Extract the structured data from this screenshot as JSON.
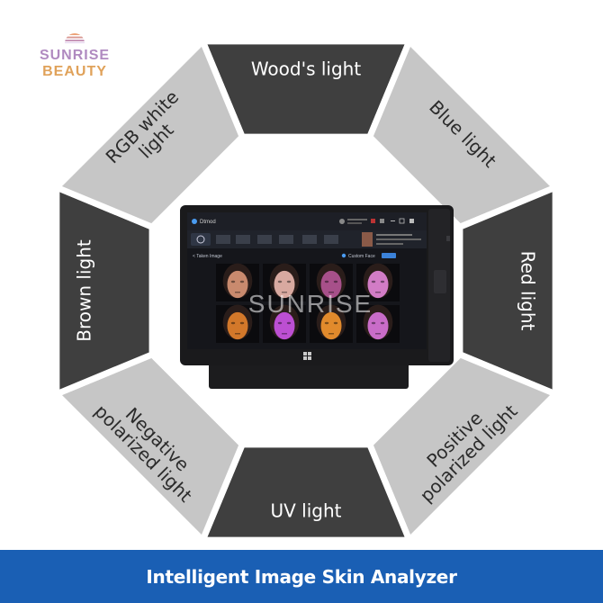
{
  "brand": {
    "line1": "SUNRISE",
    "line2": "BEAUTY"
  },
  "segments": [
    {
      "lines": [
        "Wood's light"
      ],
      "tone": "dark"
    },
    {
      "lines": [
        "Blue light"
      ],
      "tone": "light"
    },
    {
      "lines": [
        "Red light"
      ],
      "tone": "dark"
    },
    {
      "lines": [
        "Positive",
        "polarized light"
      ],
      "tone": "light"
    },
    {
      "lines": [
        "UV light"
      ],
      "tone": "dark"
    },
    {
      "lines": [
        "Negative",
        "polarized light"
      ],
      "tone": "light"
    },
    {
      "lines": [
        "Brown light"
      ],
      "tone": "dark"
    },
    {
      "lines": [
        "RGB white",
        "light"
      ],
      "tone": "light"
    }
  ],
  "colors": {
    "dark_segment": "#3f3f3f",
    "light_segment": "#c6c6c6",
    "footer": "#1a5fb4"
  },
  "device": {
    "app_name": "Dtmod",
    "panel_title": "< Taken Image",
    "toggle_label": "Custom Face",
    "watermark": "SUNRISE",
    "face_tints": [
      "#c98a6e",
      "#d8a9a0",
      "#a7508a",
      "#d27cc6",
      "#d3782a",
      "#bc4fd2",
      "#e18a2c",
      "#c96cc8"
    ]
  },
  "footer_text": "Intelligent Image Skin Analyzer"
}
